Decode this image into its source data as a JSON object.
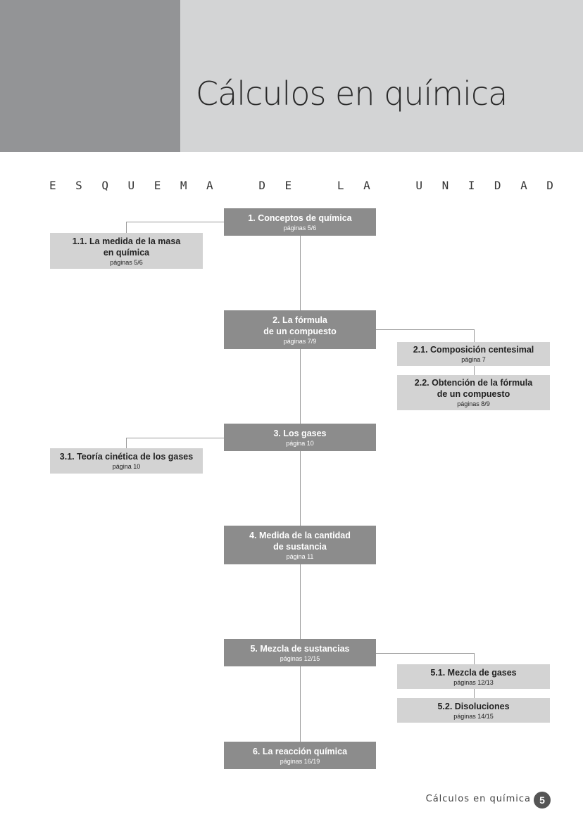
{
  "header": {
    "title": "Cálculos en química"
  },
  "section_title": [
    "E",
    "S",
    "Q",
    "U",
    "E",
    "M",
    "A",
    " ",
    "D",
    "E",
    " ",
    "L",
    "A",
    " ",
    "U",
    "N",
    "I",
    "D",
    "A",
    "D"
  ],
  "main": [
    {
      "title": "1.  Conceptos de química",
      "pages": "páginas 5/6"
    },
    {
      "title": "2.  La fórmula\nde un compuesto",
      "pages": "páginas 7/9"
    },
    {
      "title": "3.  Los gases",
      "pages": "página 10"
    },
    {
      "title": "4.  Medida de la cantidad\nde sustancia",
      "pages": "página 11"
    },
    {
      "title": "5.  Mezcla de sustancias",
      "pages": "páginas 12/15"
    },
    {
      "title": "6.  La reacción química",
      "pages": "páginas 16/19"
    }
  ],
  "sub": {
    "s11": {
      "title": "1.1.  La medida de la masa\nen química",
      "pages": "páginas 5/6"
    },
    "s21": {
      "title": "2.1.  Composición centesimal",
      "pages": "página 7"
    },
    "s22": {
      "title": "2.2.  Obtención de la fórmula\nde un compuesto",
      "pages": "páginas 8/9"
    },
    "s31": {
      "title": "3.1.  Teoría cinética de los gases",
      "pages": "página 10"
    },
    "s51": {
      "title": "5.1.  Mezcla de gases",
      "pages": "páginas 12/13"
    },
    "s52": {
      "title": "5.2.  Disoluciones",
      "pages": "páginas 14/15"
    }
  },
  "footer": {
    "text": "Cálculos en química",
    "page_number": "5"
  }
}
